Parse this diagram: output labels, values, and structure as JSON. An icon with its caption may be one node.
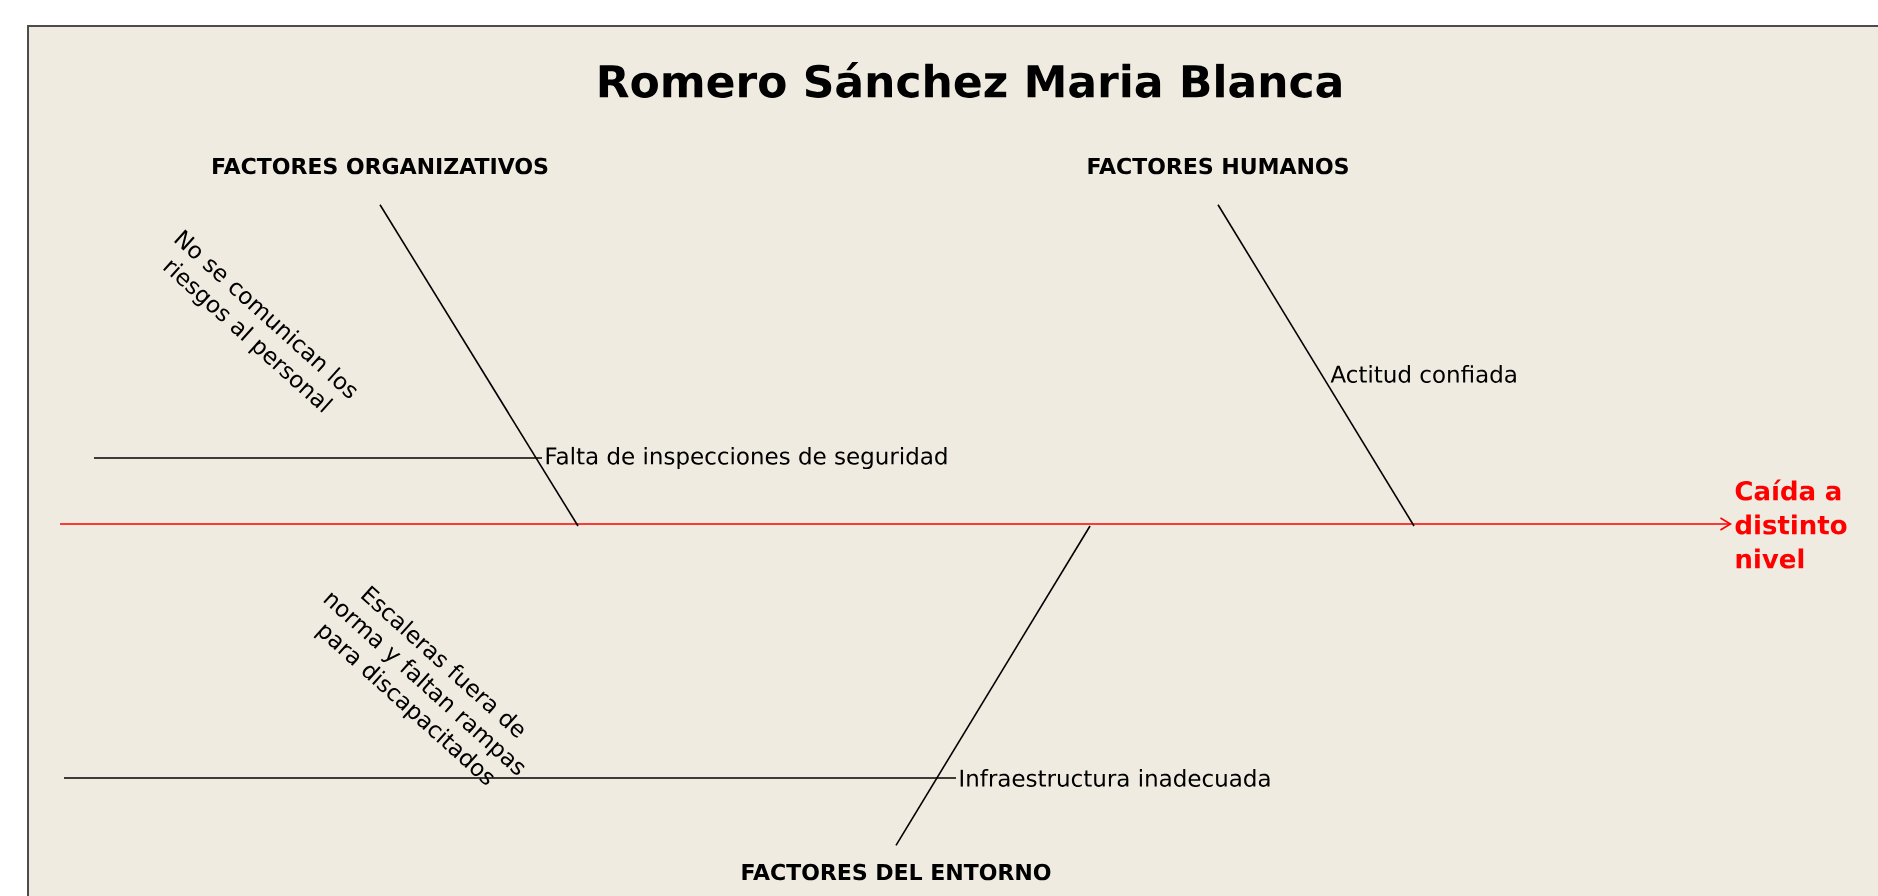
{
  "diagram": {
    "title": "Romero  Sánchez Maria Blanca",
    "nodes": [
      {
        "text": [
          "FACTORES ORGANIZATIVOS"
        ]
      },
      {
        "text": [
          "FACTORES HUMANOS"
        ]
      },
      {
        "text": [
          "FACTORES DEL ENTORNO"
        ]
      },
      {
        "text": [
          "Falta de inspecciones de seguridad"
        ]
      },
      {
        "text": [
          "Actitud confiada"
        ]
      },
      {
        "text": [
          "Infraestructura inadecuada"
        ]
      },
      {
        "text": [
          "Caída a distinto nivel"
        ]
      },
      {
        "text": [
          "No se comunican los riesgos al personal"
        ]
      },
      {
        "text": [
          "Escaleras fuera de norma y faltan rampas para discapacitados"
        ]
      }
    ],
    "edges": [
      {
        "from": null,
        "to": 6,
        "arrow": "to",
        "color": "#ff0000"
      },
      {
        "from": 0,
        "to": null,
        "arrow": "none"
      },
      {
        "from": 1,
        "to": null,
        "arrow": "none"
      },
      {
        "from": 2,
        "to": null,
        "arrow": "none"
      },
      {
        "from": null,
        "to": 3,
        "arrow": "none"
      },
      {
        "from": null,
        "to": 5,
        "arrow": "none"
      }
    ]
  }
}
